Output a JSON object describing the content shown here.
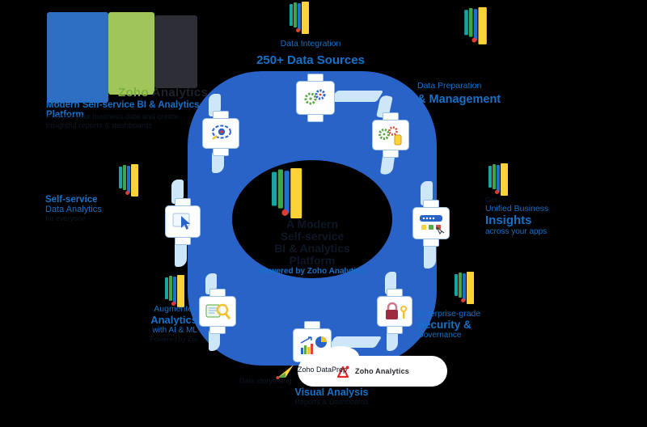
{
  "header": {
    "brand_accent": "Zoho ",
    "brand_rest": "Analytics",
    "tagline": "Modern Self-service BI & Analytics Platform",
    "subtitle1": "Analyze your business data and create",
    "subtitle2": "insightful reports & dashboards"
  },
  "center": {
    "line1": "A Modern",
    "line2": "Self-service",
    "line3": "BI & Analytics",
    "line4": "Platform",
    "caption": "Powered by Zoho Analytics"
  },
  "sat_top": {
    "line1": "Data Integration",
    "line2": "250+ Data Sources"
  },
  "sat_top_right": {
    "line1": "Data Preparation",
    "line2": "& Management"
  },
  "sat_right": {
    "pre": "Get",
    "line1": "Unified Business",
    "line2": "Insights",
    "line3": "across your apps"
  },
  "sat_bottom_right": {
    "line1": "Enterprise-grade",
    "line2": "Security &",
    "line3": "Governance"
  },
  "sat_bottom": {
    "line1": "Visual Analysis",
    "line2": "Reports & Dashboards"
  },
  "sat_bottom_left": {
    "line1": "Augmented",
    "line2": "Analytics",
    "line3": "with AI & ML",
    "note": "Powered by Zia"
  },
  "sat_left": {
    "line1": "Self-service",
    "line2": "Data Analytics",
    "line3": "for everyone"
  },
  "cloud": {
    "brand": "Zoho Analytics"
  },
  "plane": {
    "caption1": "Zoho DataPrep",
    "caption2": "Data storytelling"
  },
  "colors": {
    "ring_blue": "#2a63c8",
    "label_blue": "#1671c9",
    "wing_light_blue": "#cde7f8",
    "bar_blue": "#2e6fc4",
    "bar_green": "#a0c65a",
    "bar_dark": "#2e2e36",
    "logo_yellow": "#fbd339",
    "logo_red": "#e23b30",
    "cloud_logo_red": "#e8262c"
  }
}
